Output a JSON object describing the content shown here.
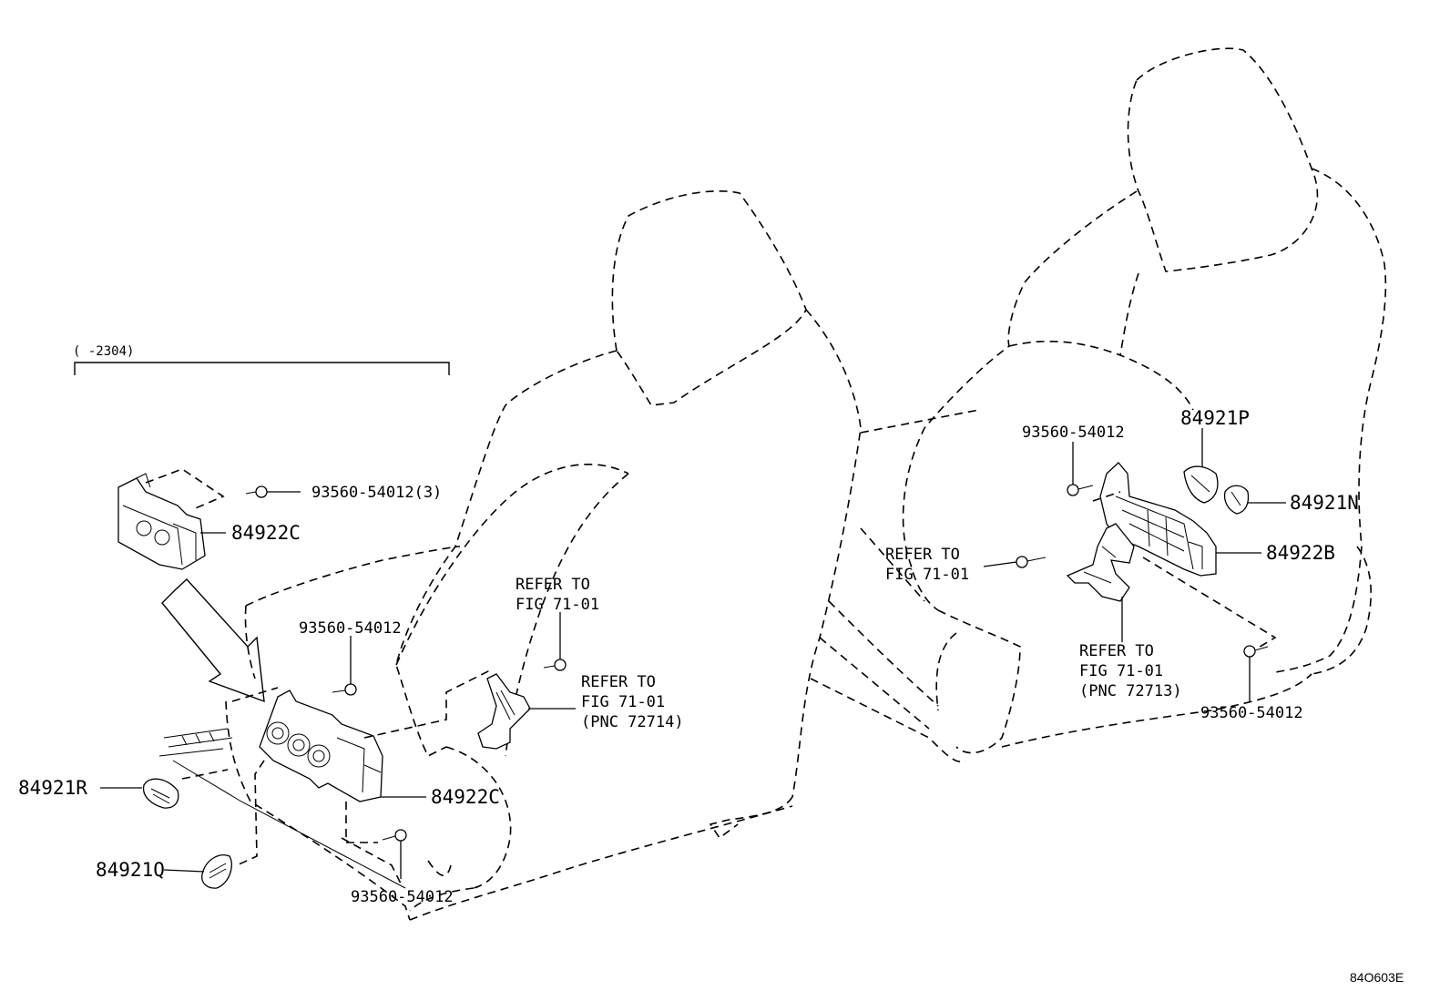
{
  "diagram": {
    "date_range_label": "(     -2304)",
    "figure_code": "84O603E",
    "left_assembly": {
      "bolt_upper_detail": "93560-54012(3)",
      "switch_detail": "84922C",
      "bolt_upper": "93560-54012",
      "bolt_lower": "93560-54012",
      "switch_main": "84922C",
      "knob_r": "84921R",
      "knob_q": "84921Q",
      "refer_upper": [
        "REFER TO",
        "FIG 71-01"
      ],
      "refer_lower": [
        "REFER TO",
        "FIG 71-01",
        "(PNC 72714)"
      ]
    },
    "right_assembly": {
      "bolt_upper": "93560-54012",
      "knob_p": "84921P",
      "knob_n": "84921N",
      "switch_b": "84922B",
      "refer_left": [
        "REFER TO",
        "FIG 71-01"
      ],
      "refer_lower": [
        "REFER TO",
        "FIG 71-01",
        "(PNC 72713)"
      ],
      "bolt_lower": "93560-54012"
    }
  }
}
